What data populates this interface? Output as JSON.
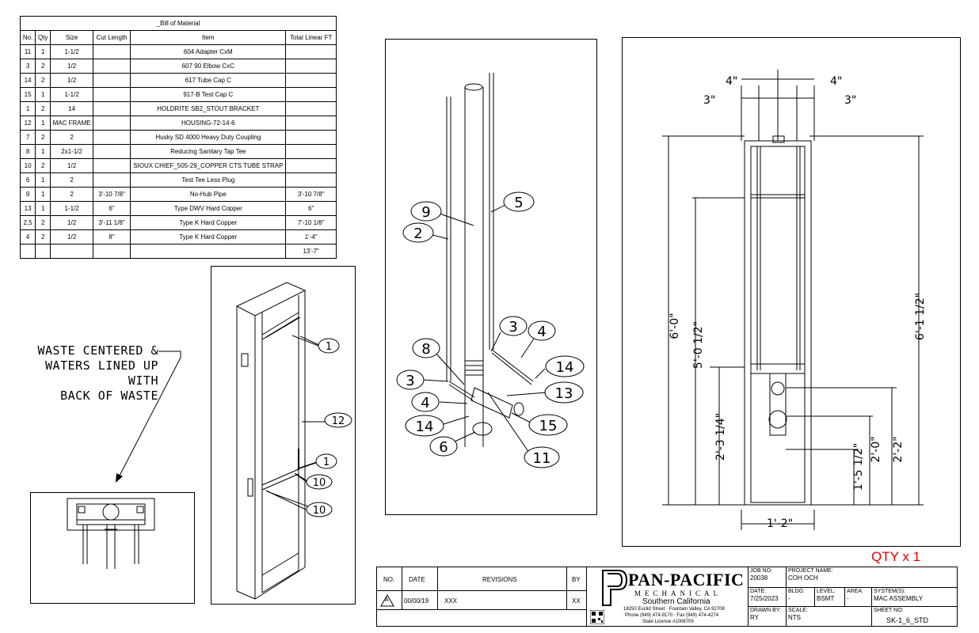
{
  "bom": {
    "title": "_Bill of Material",
    "headers": [
      "No.",
      "Qty",
      "Size",
      "Cut Length",
      "Item",
      "Total Linear FT"
    ],
    "rows": [
      [
        "11",
        "1",
        "1-1/2",
        "",
        "604 Adapter CxM",
        ""
      ],
      [
        "3",
        "2",
        "1/2",
        "",
        "607 90 Elbow CxC",
        ""
      ],
      [
        "14",
        "2",
        "1/2",
        "",
        "617 Tube Cap C",
        ""
      ],
      [
        "15",
        "1",
        "1-1/2",
        "",
        "917-B Test Cap C",
        ""
      ],
      [
        "1",
        "2",
        "14",
        "",
        "HOLDRITE SB2_STOUT BRACKET",
        ""
      ],
      [
        "12",
        "1",
        "MAC FRAME",
        "",
        "HOUSING-72-14-6",
        ""
      ],
      [
        "7",
        "2",
        "2",
        "",
        "Husky SD 4000 Heavy Duty Coupling",
        ""
      ],
      [
        "8",
        "1",
        "2x1-1/2",
        "",
        "Reducing Sanitary Tap Tee",
        ""
      ],
      [
        "10",
        "2",
        "1/2",
        "",
        "SIOUX CHIEF_505-29_COPPER CTS TUBE STRAP",
        ""
      ],
      [
        "6",
        "1",
        "2",
        "",
        "Test Tee Less Plug",
        ""
      ],
      [
        "9",
        "1",
        "2",
        "3'-10 7/8\"",
        "No-Hub Pipe",
        "3'-10 7/8\""
      ],
      [
        "13",
        "1",
        "1-1/2",
        "6\"",
        "Type DWV Hard Copper",
        "6\""
      ],
      [
        "2,5",
        "2",
        "1/2",
        "3'-11 1/8\"",
        "Type K Hard Copper",
        "7'-10 1/8\""
      ],
      [
        "4",
        "2",
        "1/2",
        "8\"",
        "Type K Hard Copper",
        "1'-4\""
      ],
      [
        "",
        "",
        "",
        "",
        "",
        "13'-7\""
      ]
    ]
  },
  "note": {
    "line1": "WASTE CENTERED &",
    "line2": "WATERS LINED UP WITH",
    "line3": "BACK OF WASTE"
  },
  "frame_callouts": [
    "1",
    "12",
    "1",
    "10",
    "10"
  ],
  "exploded_callouts": {
    "c9": "9",
    "c5": "5",
    "c2": "2",
    "c3a": "3",
    "c4a": "4",
    "c8": "8",
    "c3b": "3",
    "c14a": "14",
    "c4b": "4",
    "c13": "13",
    "c14b": "14",
    "c15": "15",
    "c6": "6",
    "c11": "11"
  },
  "dimensions": {
    "top_left_4": "4\"",
    "top_right_4": "4\"",
    "top_left_3": "3\"",
    "top_right_3": "3\"",
    "d6_0": "6'-0\"",
    "d5_0_half": "5'-0 1/2\"",
    "d2_3_quarter": "2'-3 1/4\"",
    "d1_5_half": "1'-5 1/2\"",
    "d2_0": "2'-0\"",
    "d2_2": "2'-2\"",
    "d6_1_half": "6'-1 1/2\"",
    "d1_2": "1'-2\""
  },
  "qty": "QTY x 1",
  "titleblock": {
    "rev_headers": {
      "no": "NO.",
      "date": "DATE",
      "revisions": "REVISIONS",
      "by": "BY"
    },
    "rev_row": {
      "no": "A",
      "date": "00/00/19",
      "revisions": "XXX",
      "by": "XX"
    },
    "company": "PAN-PACIFIC",
    "division": "MECHANICAL",
    "region": "Southern California",
    "address": "18250 Euclid Street · Fountain Valley, CA 92708",
    "phone": "Phone (949) 474-9170 · Fax (949) 474-4274",
    "license": "State License #1006709",
    "job_no_label": "JOB NO:",
    "job_no": "20038",
    "project_label": "PROJECT NAME:",
    "project": "COH OCH",
    "date_label": "DATE:",
    "date": "7/25/2023",
    "bldg_label": "BLDG:",
    "bldg": "-",
    "level_label": "LEVEL:",
    "level": "BSMT",
    "area_label": "AREA:",
    "area": "-",
    "system_label": "SYSTEM(S):",
    "system": "MAC ASSEMBLY",
    "drawn_label": "DRAWN BY:",
    "drawn": "RY",
    "scale_label": "SCALE:",
    "scale": "NTS",
    "sheet_label": "SHEET NO:",
    "sheet": "SK-1_6_STD"
  }
}
